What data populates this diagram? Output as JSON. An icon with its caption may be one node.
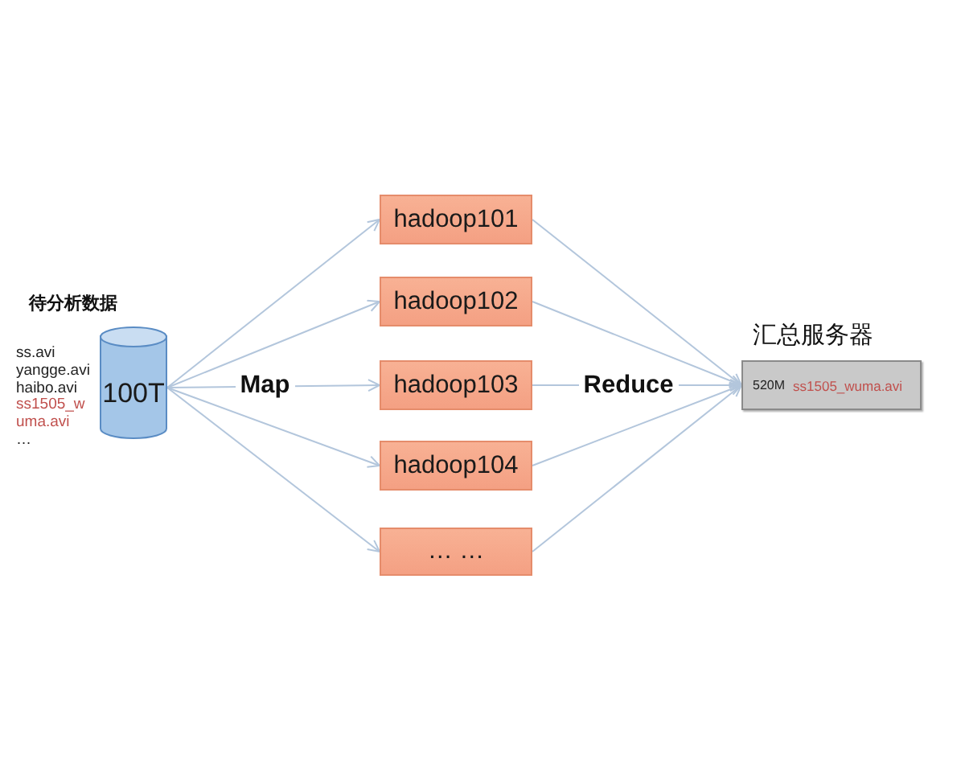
{
  "diagram": {
    "nodes": [
      {
        "text": [
          "100T"
        ],
        "beside": [
          "待分析数据",
          "ss.avi",
          "yangge.avi",
          "haibo.avi",
          "ss1505_wuma.avi",
          "…"
        ]
      },
      {
        "text": [
          "hadoop101"
        ]
      },
      {
        "text": [
          "hadoop102"
        ]
      },
      {
        "text": [
          "hadoop103"
        ]
      },
      {
        "text": [
          "hadoop104"
        ]
      },
      {
        "text": [
          "… …"
        ]
      },
      {
        "text": [
          "汇总服务器",
          "520M",
          "ss1505_wuma.avi"
        ]
      }
    ],
    "edges": [
      {
        "from": 0,
        "to": 1,
        "arrow": "to"
      },
      {
        "from": 0,
        "to": 2,
        "arrow": "to"
      },
      {
        "from": 0,
        "to": 3,
        "arrow": "to",
        "label": "Map"
      },
      {
        "from": 0,
        "to": 4,
        "arrow": "to"
      },
      {
        "from": 0,
        "to": 5,
        "arrow": "to"
      },
      {
        "from": 1,
        "to": 6,
        "arrow": "to"
      },
      {
        "from": 2,
        "to": 6,
        "arrow": "to"
      },
      {
        "from": 3,
        "to": 6,
        "arrow": "to",
        "label": "Reduce"
      },
      {
        "from": 4,
        "to": 6,
        "arrow": "to"
      },
      {
        "from": 5,
        "to": 6,
        "arrow": "to"
      }
    ]
  }
}
